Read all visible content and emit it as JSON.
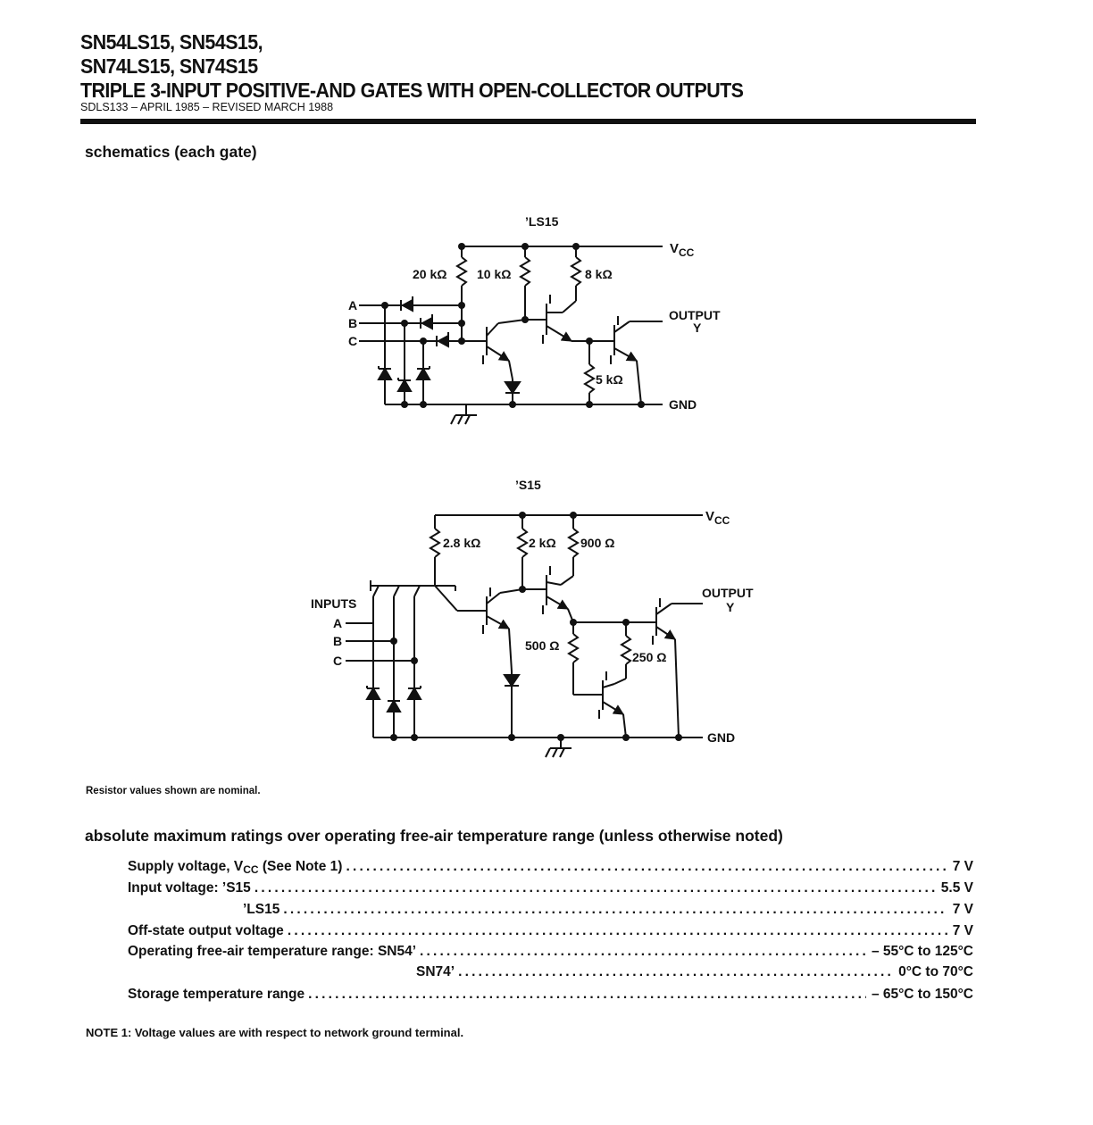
{
  "header": {
    "title_line1": "SN54LS15, SN54S15,",
    "title_line2": "SN74LS15, SN74S15",
    "title_line3": "TRIPLE 3-INPUT POSITIVE-AND GATES WITH OPEN-COLLECTOR OUTPUTS",
    "doc_id": "SDLS133 – APRIL 1985 – REVISED MARCH 1988"
  },
  "schematics": {
    "heading": "schematics (each gate)",
    "ls15": {
      "title": "’LS15",
      "vcc": "V",
      "vcc_sub": "CC",
      "r1": "20 kΩ",
      "r2": "10 kΩ",
      "r3": "8 kΩ",
      "r4": "5 kΩ",
      "input_a": "A",
      "input_b": "B",
      "input_c": "C",
      "output": "OUTPUT",
      "output_y": "Y",
      "gnd": "GND"
    },
    "s15": {
      "title": "’S15",
      "vcc": "V",
      "vcc_sub": "CC",
      "r1": "2.8 kΩ",
      "r2": "2 kΩ",
      "r3": "900 Ω",
      "r4": "500 Ω",
      "r5": "250 Ω",
      "inputs": "INPUTS",
      "input_a": "A",
      "input_b": "B",
      "input_c": "C",
      "output": "OUTPUT",
      "output_y": "Y",
      "gnd": "GND"
    },
    "footnote": "Resistor values shown are nominal."
  },
  "ratings": {
    "heading": "absolute maximum ratings over operating free-air temperature range (unless otherwise noted)",
    "rows": [
      {
        "label": "Supply voltage, V",
        "label_sub": "CC",
        "label_suffix": " (See Note 1)",
        "value": "7 V"
      },
      {
        "label": "Input voltage:  ’S15",
        "value": "5.5 V"
      },
      {
        "label": "’LS15",
        "value": "7 V"
      },
      {
        "label": "Off-state output voltage",
        "value": "7 V"
      },
      {
        "label": "Operating free-air temperature range:  SN54’",
        "value": "– 55°C to 125°C"
      },
      {
        "label": "SN74’",
        "value": "0°C to 70°C"
      },
      {
        "label": "Storage temperature range",
        "value": "– 65°C to 150°C"
      }
    ],
    "note": "NOTE 1: Voltage values are with respect to network ground terminal."
  }
}
